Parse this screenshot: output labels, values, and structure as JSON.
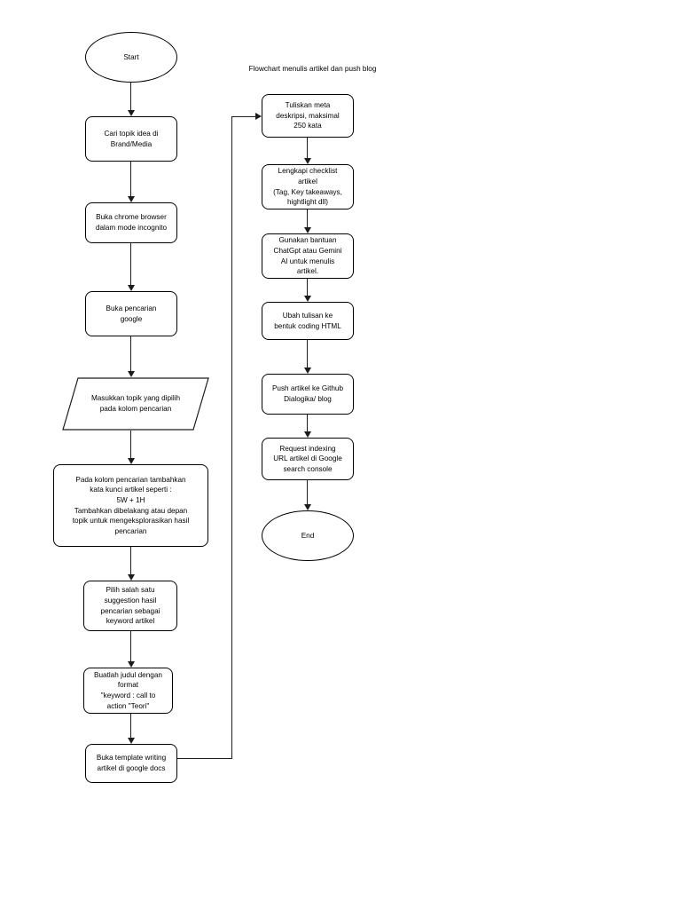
{
  "diagram": {
    "title": "Flowchart menulis artikel dan push blog",
    "stroke_color": "#1c1c1c",
    "fill_color": "#ffffff",
    "text_color": "#000000"
  },
  "left_column": {
    "start": "Start",
    "n1": "Cari topik idea di\nBrand/Media",
    "n2": "Buka chrome browser\ndalam mode incognito",
    "n3": "Buka pencarian\ngoogle",
    "n4": "Masukkan topik yang dipilih\npada kolom pencarian",
    "n5": "Pada kolom pencarian tambahkan\nkata kunci artikel seperti :\n5W + 1H\nTambahkan dibelakang atau depan\ntopik untuk mengeksplorasikan hasil\npencarian",
    "n6": "Pilih salah satu\nsuggestion hasil\npencarian sebagai\nkeyword artikel",
    "n7": "Buatlah judul dengan\nformat\n\"keyword : call to\naction \"Teori\"",
    "n8": "Buka template writing\nartikel di google docs"
  },
  "right_column": {
    "r1": "Tuliskan meta\ndeskripsi, maksimal\n250 kata",
    "r2": "Lengkapi checklist\nartikel\n(Tag, Key takeaways,\nhightlight dll)",
    "r3": "Gunakan bantuan\nChatGpt atau Gemini\nAI untuk menulis\nartikel.",
    "r4": "Ubah tulisan ke\nbentuk coding HTML",
    "r5": "Push artikel ke Github\nDialogika/ blog",
    "r6": "Request indexing\nURL artikel di Google\nsearch console",
    "end": "End"
  }
}
